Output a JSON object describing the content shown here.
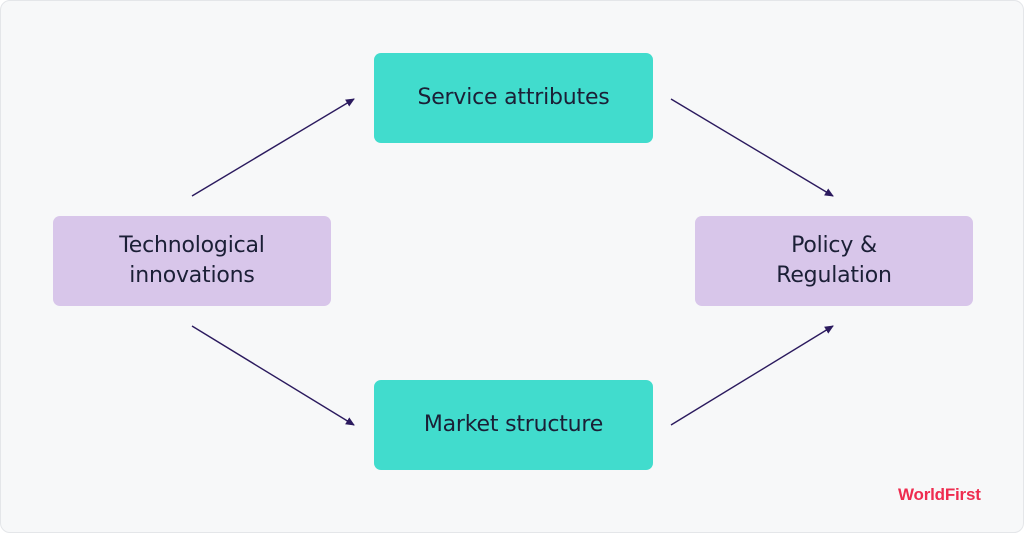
{
  "diagram": {
    "nodes": {
      "service": "Service attributes",
      "market": "Market structure",
      "tech": [
        "Technological",
        "innovations"
      ],
      "policy": [
        "Policy &",
        "Regulation"
      ]
    },
    "edges": [
      {
        "from": "tech",
        "to": "service"
      },
      {
        "from": "tech",
        "to": "market"
      },
      {
        "from": "service",
        "to": "policy"
      },
      {
        "from": "market",
        "to": "policy"
      }
    ]
  },
  "logo": {
    "text": "WorldFirst"
  },
  "colors": {
    "background": "#f7f8f9",
    "teal_node": "#41dccd",
    "lilac_node": "#d8c6ea",
    "arrow": "#2b1a5e",
    "text": "#1b1f36",
    "brand": "#ee2c4f"
  }
}
